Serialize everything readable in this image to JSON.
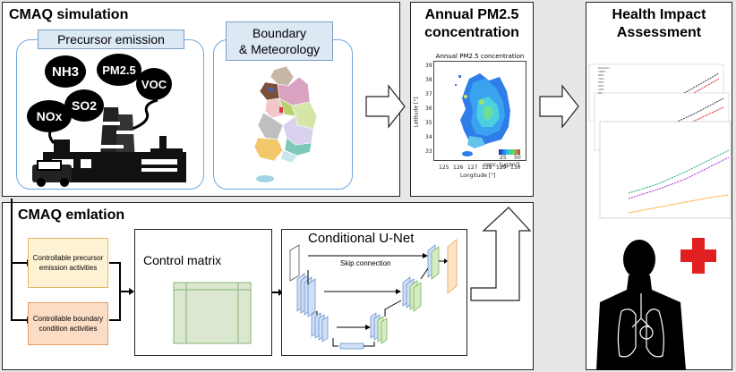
{
  "cmaq_simulation": {
    "title": "CMAQ simulation",
    "precursor_emission_label": "Precursor emission",
    "boundary_label_line1": "Boundary",
    "boundary_label_line2": "& Meteorology",
    "species": [
      "NH3",
      "PM2.5",
      "VOC",
      "SO2",
      "NOx"
    ]
  },
  "pm25_panel": {
    "title_line1": "Annual PM2.5",
    "title_line2": "concentration",
    "map_title": "Annual PM2.5 concentration",
    "xlabel": "Longitude [°]",
    "ylabel": "Latitude [°]",
    "x_ticks": [
      "125",
      "126",
      "127",
      "128",
      "129",
      "130"
    ],
    "y_ticks": [
      "39",
      "38",
      "37",
      "36",
      "35",
      "34",
      "33"
    ],
    "colorbar_ticks": [
      "25",
      "50"
    ],
    "colorbar_label": "conc. [μg/m³]"
  },
  "health_panel": {
    "title_line1": "Health Impact",
    "title_line2": "Assessment",
    "legend_title": "Scenario",
    "legend_entries": [
      "100%",
      "90%",
      "70%",
      "50%",
      "30%",
      "10%",
      "0%"
    ]
  },
  "cmaq_emulation": {
    "title": "CMAQ emlation",
    "input1": "Controllable precursor emission activities",
    "input2": "Controllable boundary condition activities",
    "control_matrix_label": "Control matrix",
    "unet_label": "Conditional U-Net",
    "skip_label": "Skip connection"
  }
}
